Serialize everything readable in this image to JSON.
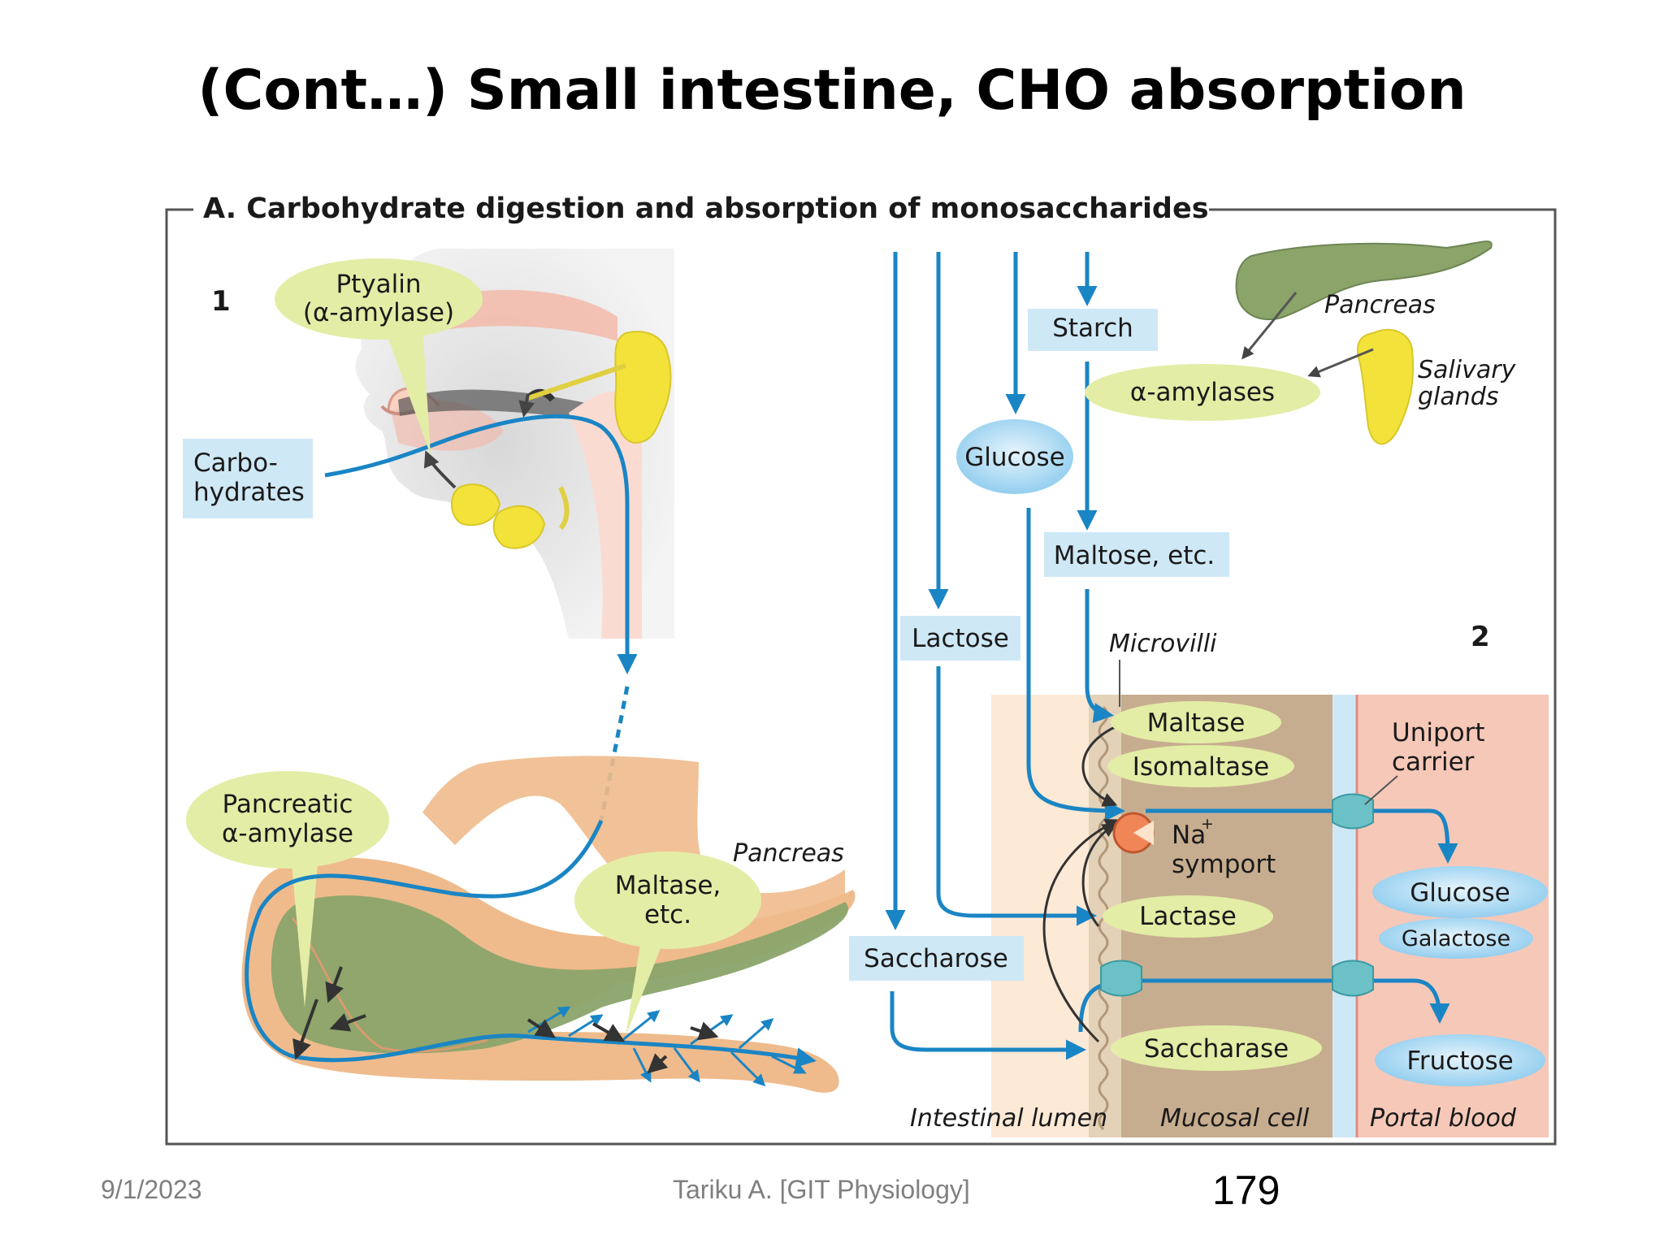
{
  "slide": {
    "title": "(Cont…) Small intestine, CHO absorption",
    "date": "9/1/2023",
    "author": "Tariku A. [GIT Physiology]",
    "page_number": "179"
  },
  "figure": {
    "heading": "A. Carbohydrate digestion and absorption of monosaccharides",
    "panel1_number": "1",
    "panel2_number": "2",
    "ptyalin": [
      "Ptyalin",
      "(α-amylase)"
    ],
    "carbohydrates": [
      "Carbo-",
      "hydrates"
    ],
    "pancreatic_amylase": [
      "Pancreatic",
      "α-amylase"
    ],
    "pancreas_left": "Pancreas",
    "maltase_etc": [
      "Maltase,",
      "etc."
    ],
    "starch": "Starch",
    "pancreas_right": "Pancreas",
    "alpha_amylases": "α-amylases",
    "salivary_glands": [
      "Salivary",
      "glands"
    ],
    "glucose_lumen": "Glucose",
    "maltose_etc": "Maltose, etc.",
    "lactose": "Lactose",
    "microvilli": "Microvilli",
    "maltase": "Maltase",
    "isomaltase": "Isomaltase",
    "na_symport": [
      "Na",
      "+",
      "symport"
    ],
    "uniport_carrier": [
      "Uniport",
      "carrier"
    ],
    "glucose_blood": "Glucose",
    "galactose": "Galactose",
    "lactase": "Lactase",
    "saccharose": "Saccharose",
    "saccharase": "Saccharase",
    "fructose": "Fructose",
    "intestinal_lumen": "Intestinal lumen",
    "mucosal_cell": "Mucosal cell",
    "portal_blood": "Portal blood"
  },
  "colors": {
    "flow_arrow": "#1a85c4",
    "label_box_blue": "#cfe8f6",
    "label_oval_yellow": "#e3eda6",
    "gland_yellow": "#f3e23a",
    "pancreas_green": "#8aa46a",
    "mucosal_cell": "#c7ad8f",
    "portal_blood": "#f6c8b8",
    "intestine_orange": "#efbb8c"
  }
}
